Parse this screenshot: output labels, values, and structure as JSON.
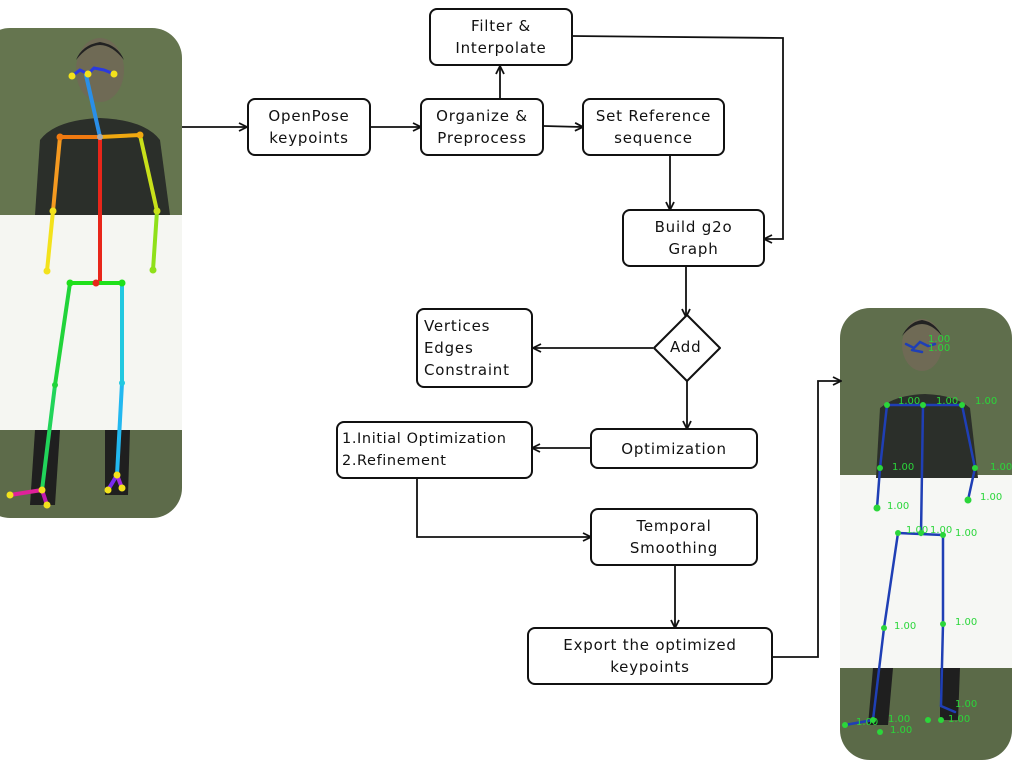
{
  "nodes": {
    "openpose": "OpenPose\nkeypoints",
    "organize": "Organize &\nPreprocess",
    "filter": "Filter &\nInterpolate",
    "set_reference": "Set Reference\nsequence",
    "build_graph": "Build g2o\nGraph",
    "add": "Add",
    "vertices": "Vertices\nEdges\nConstraint",
    "optimization": "Optimization",
    "optimization_steps": "1.Initial Optimization\n2.Refinement",
    "temporal": "Temporal\nSmoothing",
    "export": "Export the optimized\nkeypoints"
  },
  "confidence_label": "1.00",
  "colors": {
    "arrow": "#111111",
    "photo_bg": "#5f6e4c",
    "photo_mid": "#f4f5f0",
    "skeleton_blue": "#1f3fb5",
    "keypoint_green": "#2bd63a"
  }
}
